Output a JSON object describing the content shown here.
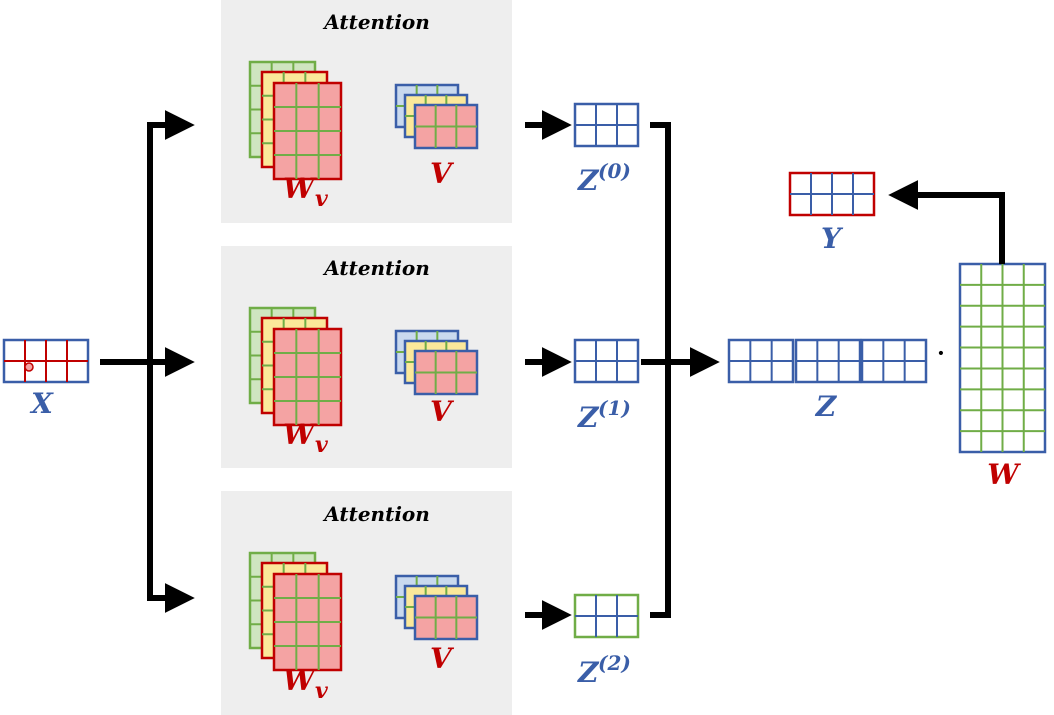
{
  "panels": [
    {
      "title": "Attention",
      "weight_label": "W",
      "weight_sub": "v",
      "value_label": "V"
    },
    {
      "title": "Attention",
      "weight_label": "W",
      "weight_sub": "v",
      "value_label": "V"
    },
    {
      "title": "Attention",
      "weight_label": "W",
      "weight_sub": "v",
      "value_label": "V"
    }
  ],
  "input": {
    "label": "X"
  },
  "heads": [
    {
      "label": "Z",
      "sup": "(0)"
    },
    {
      "label": "Z",
      "sup": "(1)"
    },
    {
      "label": "Z",
      "sup": "(2)"
    }
  ],
  "concat": {
    "label": "Z"
  },
  "multiply": {
    "symbol": "·"
  },
  "weight": {
    "label": "W"
  },
  "output": {
    "label": "Y"
  },
  "colors": {
    "panel_bg": "#eeeeee",
    "blue": "#3a5ea8",
    "red": "#c00000",
    "green": "#70ad47",
    "fill_red": "#f4a3a3",
    "fill_yellow": "#fbe89a",
    "fill_green": "#cfe5c0",
    "fill_blue": "#c9d9ee",
    "arrow": "#000000"
  }
}
